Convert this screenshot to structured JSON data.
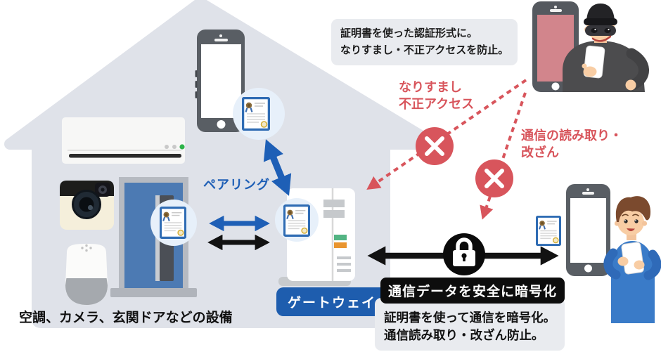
{
  "diagram": {
    "title_context": "IoT home gateway certificate security diagram",
    "callouts": {
      "auth_note": {
        "lines": [
          "証明書を使った認証形式に。",
          "なりすまし・不正アクセスを防止。"
        ]
      },
      "spoofing_threat": {
        "lines": [
          "なりすまし",
          "不正アクセス"
        ]
      },
      "interception_threat": {
        "lines": [
          "通信の読み取り・",
          "改ざん"
        ]
      },
      "pairing": "ペアリング",
      "gateway": "ゲートウェイ",
      "encryption_badge": "通信データを安全に暗号化",
      "encryption_note": {
        "lines": [
          "証明書を使って通信を暗号化。",
          "通信読み取り・改ざん防止。"
        ]
      },
      "devices_caption": "空調、カメラ、玄関ドアなどの設備"
    },
    "icons": {
      "certificate": "certificate-icon",
      "padlock": "padlock-icon",
      "blocked": "x-mark-icon",
      "pairing_arrow": "blue-double-arrow-icon",
      "secure_channel_arrow": "black-double-arrow-icon",
      "attack_path": "red-dashed-arrow-icon",
      "house": "house-silhouette",
      "devices": [
        "air-conditioner-icon",
        "camera-icon",
        "smart-speaker-icon",
        "front-door-icon",
        "smartphone-icon"
      ],
      "characters": [
        "attacker-burglar",
        "resident-user"
      ]
    },
    "colors": {
      "house": "#dfe2e9",
      "callout_bg": "#e9ebef",
      "arrow_blue": "#1e5fb6",
      "door_blue": "#4c7ab3",
      "gateway_label_bg": "#1e5dae",
      "threat_red": "#d8555c",
      "black": "#111111",
      "status_green": "#53b483",
      "status_orange": "#e9952f",
      "cert_border": "#2f6cb4",
      "cert_circle_bg": "#e7f0fa"
    }
  }
}
